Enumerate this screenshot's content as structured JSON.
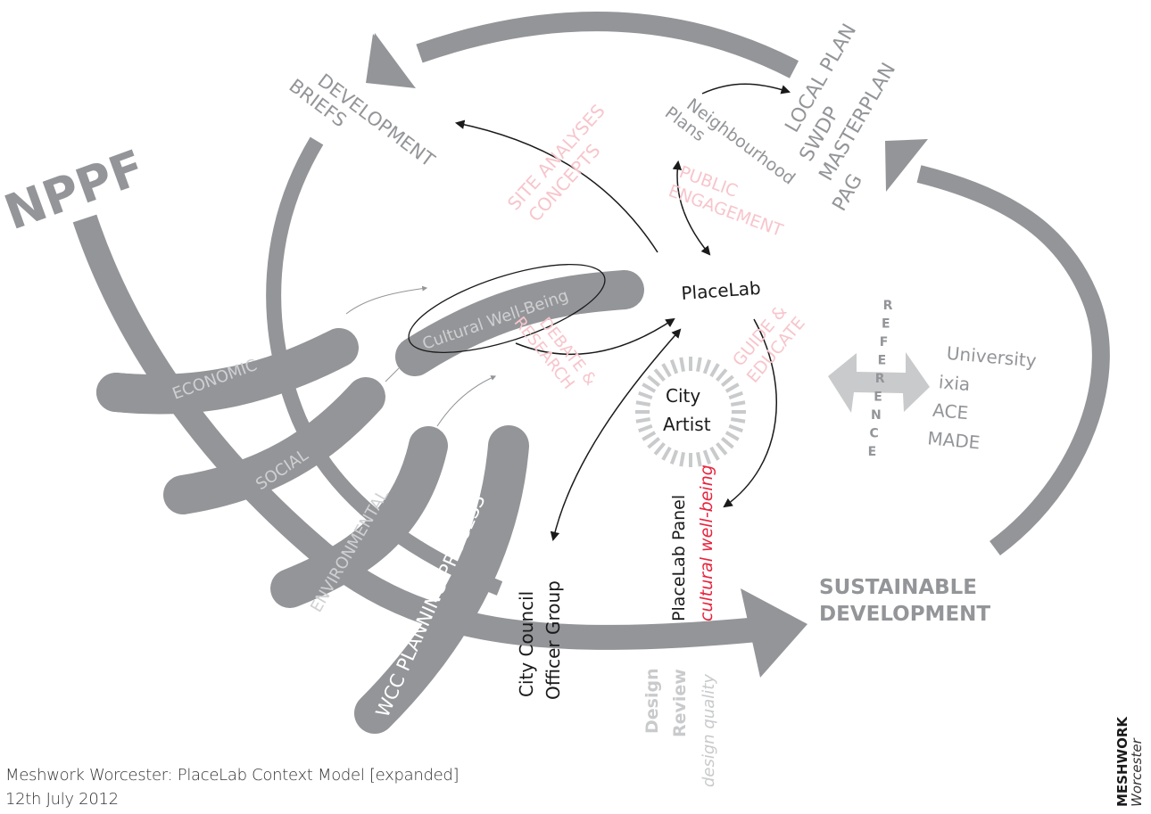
{
  "diagram": {
    "title_mark": "NPPF",
    "development_briefs": [
      "DEVELOPMENT",
      "BRIEFS"
    ],
    "local_plan_stack": [
      "LOCAL PLAN",
      "SWDP",
      "MASTERPLAN",
      "PAG"
    ],
    "neighbourhood_plans": [
      "Neighbourhood",
      "Plans"
    ],
    "site_analyses": [
      "SITE ANALYSES",
      "CONCEPTS"
    ],
    "public_engagement": [
      "PUBLIC",
      "ENGAGEMENT"
    ],
    "debate_research": [
      "DEBATE &",
      "RESEARCH"
    ],
    "guide_educate": [
      "GUIDE &",
      "EDUCATE"
    ],
    "placelab": "PlaceLab",
    "city_artist": [
      "City",
      "Artist"
    ],
    "reference": "REFERENCE",
    "partners": [
      "University",
      "ixia",
      "ACE",
      "MADE"
    ],
    "bands": {
      "economic": "ECONOMIC",
      "social": "SOCIAL",
      "environmental": "ENVIRONMENTAL",
      "cultural": "Cultural Well-Being",
      "wcc": "WCC PLANNING PROCESS"
    },
    "placelab_panel": "PlaceLab Panel",
    "cultural_wellbeing_italic": "cultural well-being",
    "city_council": [
      "City Council",
      "Officer Group"
    ],
    "design_review": [
      "Design",
      "Review"
    ],
    "design_quality": "design quality",
    "sustainable_development": [
      "SUSTAINABLE",
      "DEVELOPMENT"
    ]
  },
  "colors": {
    "band_grey": "#939598",
    "light_grey": "#c9cacc",
    "pink_text": "#f7c5cc",
    "red_text": "#e8233c",
    "black": "#1a1a1a"
  },
  "footer": {
    "caption": "Meshwork Worcester: PlaceLab Context Model [expanded]",
    "date": "12th July 2012"
  },
  "brand": {
    "name": "MESHWORK",
    "place": "Worcester"
  }
}
